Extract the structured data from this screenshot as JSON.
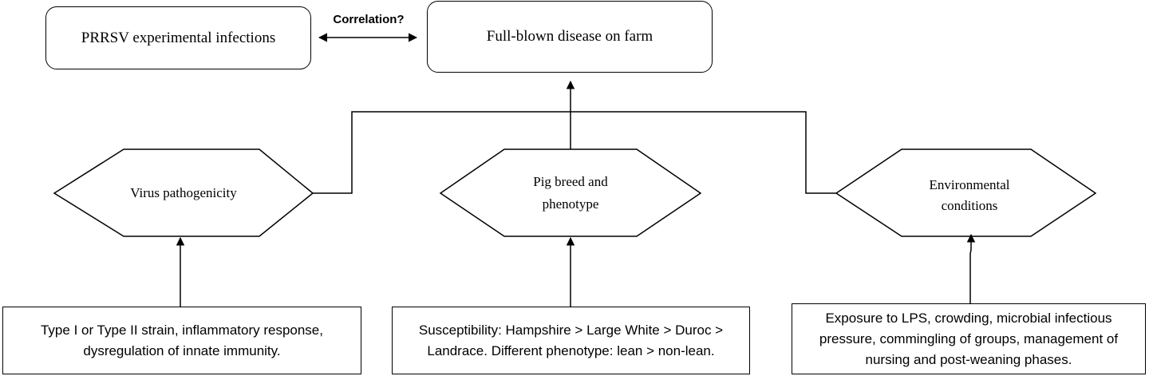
{
  "top": {
    "experimental_infections": "PRRSV experimental infections",
    "correlation_label": "Correlation?",
    "farm_disease": "Full-blown disease on farm"
  },
  "factors": {
    "virus": "Virus pathogenicity",
    "pig_line1": "Pig breed and",
    "pig_line2": "phenotype",
    "env_line1": "Environmental",
    "env_line2": "conditions"
  },
  "details": {
    "virus_line1": "Type I or Type II strain, inflammatory response,",
    "virus_line2": "dysregulation of innate immunity.",
    "pig_line1": "Susceptibility: Hampshire > Large White > Duroc >",
    "pig_line2": "Landrace. Different phenotype: lean > non-lean.",
    "env_line1": "Exposure to LPS, crowding, microbial infectious",
    "env_line2": "pressure, commingling of groups, management of",
    "env_line3": "nursing and post-weaning phases."
  }
}
